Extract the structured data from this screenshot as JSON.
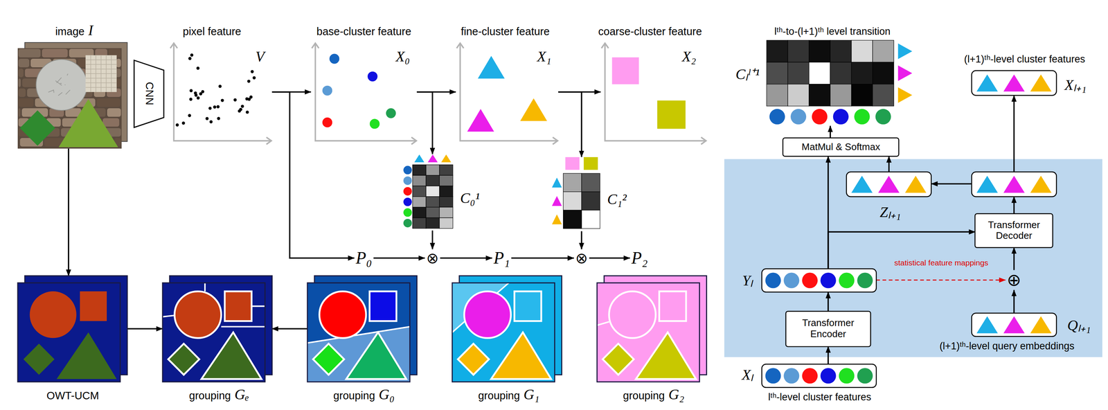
{
  "diagram": {
    "nodes": [
      {
        "text": [
          "image",
          "I"
        ]
      },
      {
        "text": [
          "CNN"
        ]
      },
      {
        "text": [
          "pixel feature",
          "V"
        ]
      },
      {
        "text": [
          "base-cluster feature",
          "X₀"
        ]
      },
      {
        "text": [
          "fine-cluster feature",
          "X₁"
        ]
      },
      {
        "text": [
          "coarse-cluster feature",
          "X₂"
        ]
      },
      {
        "text": [
          "C₀¹"
        ]
      },
      {
        "text": [
          "C₁²"
        ]
      },
      {
        "text": [
          "P₀"
        ]
      },
      {
        "text": [
          "⊗"
        ]
      },
      {
        "text": [
          "P₁"
        ]
      },
      {
        "text": [
          "⊗"
        ]
      },
      {
        "text": [
          "P₂"
        ]
      },
      {
        "text": [
          "OWT-UCM"
        ]
      },
      {
        "text": [
          "grouping",
          "Gₑ"
        ]
      },
      {
        "text": [
          "grouping",
          "G₀"
        ]
      },
      {
        "text": [
          "grouping",
          "G₁"
        ]
      },
      {
        "text": [
          "grouping",
          "G₂"
        ]
      },
      {
        "text": [
          "lᵗʰ-to-(l+1)ᵗʰ level transition",
          "Cₗˡ⁺¹"
        ]
      },
      {
        "text": [
          "MatMul & Softmax"
        ]
      },
      {
        "text": [
          "(l+1)ᵗʰ-level cluster features",
          "Xₗ₊₁"
        ]
      },
      {
        "text": [
          "Zₗ₊₁"
        ]
      },
      {
        "text": []
      },
      {
        "text": [
          "Transformer Decoder"
        ]
      },
      {
        "text": [
          "⊕"
        ]
      },
      {
        "text": [
          "Yₗ"
        ]
      },
      {
        "text": [
          "Qₗ₊₁",
          "(l+1)ᵗʰ-level query embeddings"
        ]
      },
      {
        "text": [
          "Transformer Encoder"
        ]
      },
      {
        "text": [
          "Xₗ",
          "lᵗʰ-level cluster features"
        ]
      }
    ],
    "edges": [
      {
        "from": 0,
        "to": 13,
        "arrow": "to"
      },
      {
        "from": 13,
        "to": 14,
        "arrow": "to"
      },
      {
        "from": 15,
        "to": 14,
        "arrow": "to"
      },
      {
        "from": 2,
        "to": 3,
        "arrow": "to"
      },
      {
        "from": 3,
        "to": 4,
        "arrow": "to"
      },
      {
        "from": 4,
        "to": 5,
        "arrow": "to"
      },
      {
        "from": 2,
        "to": 8,
        "arrow": "to"
      },
      {
        "from": 3,
        "to": 6,
        "arrow": "to"
      },
      {
        "from": 4,
        "to": 7,
        "arrow": "to"
      },
      {
        "from": 8,
        "to": 9,
        "arrow": "to"
      },
      {
        "from": 9,
        "to": 10,
        "arrow": "to"
      },
      {
        "from": 10,
        "to": 11,
        "arrow": "to"
      },
      {
        "from": 11,
        "to": 12,
        "arrow": "to"
      },
      {
        "from": 6,
        "to": 9,
        "arrow": "to"
      },
      {
        "from": 7,
        "to": 11,
        "arrow": "to"
      },
      {
        "from": 28,
        "to": 27,
        "arrow": "to"
      },
      {
        "from": 27,
        "to": 25,
        "arrow": "to"
      },
      {
        "from": 25,
        "to": 19,
        "arrow": "to"
      },
      {
        "from": 25,
        "to": 23,
        "arrow": "to"
      },
      {
        "from": 25,
        "to": 24,
        "arrow": "to",
        "label": "statistical feature mappings"
      },
      {
        "from": 26,
        "to": 24,
        "arrow": "to"
      },
      {
        "from": 24,
        "to": 23,
        "arrow": "to"
      },
      {
        "from": 23,
        "to": 22,
        "arrow": "to"
      },
      {
        "from": 22,
        "to": 21,
        "arrow": "to"
      },
      {
        "from": 21,
        "to": 19,
        "arrow": "to"
      },
      {
        "from": 19,
        "to": 18,
        "arrow": "to"
      },
      {
        "from": 22,
        "to": 20,
        "arrow": "to"
      }
    ]
  }
}
